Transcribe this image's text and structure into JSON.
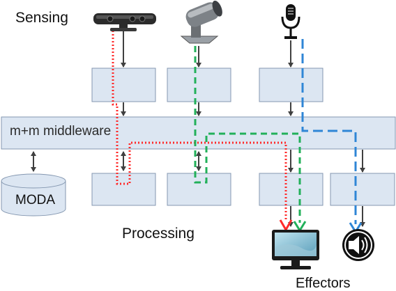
{
  "labels": {
    "sensing": "Sensing",
    "processing": "Processing",
    "effectors": "Effectors",
    "middleware": "m+m middleware",
    "moda": "MODA"
  },
  "colors": {
    "box_fill": "#dce6f2",
    "box_stroke": "#8497b0",
    "arrow": "#404040",
    "path_red": "#ff2a2a",
    "path_green": "#22b05a",
    "path_blue": "#2f86d6"
  },
  "icons": {
    "sensors": [
      "depth-camera-icon",
      "webcam-icon",
      "microphone-icon"
    ],
    "effectors": [
      "monitor-icon",
      "speaker-icon"
    ],
    "storage": "database-icon"
  }
}
